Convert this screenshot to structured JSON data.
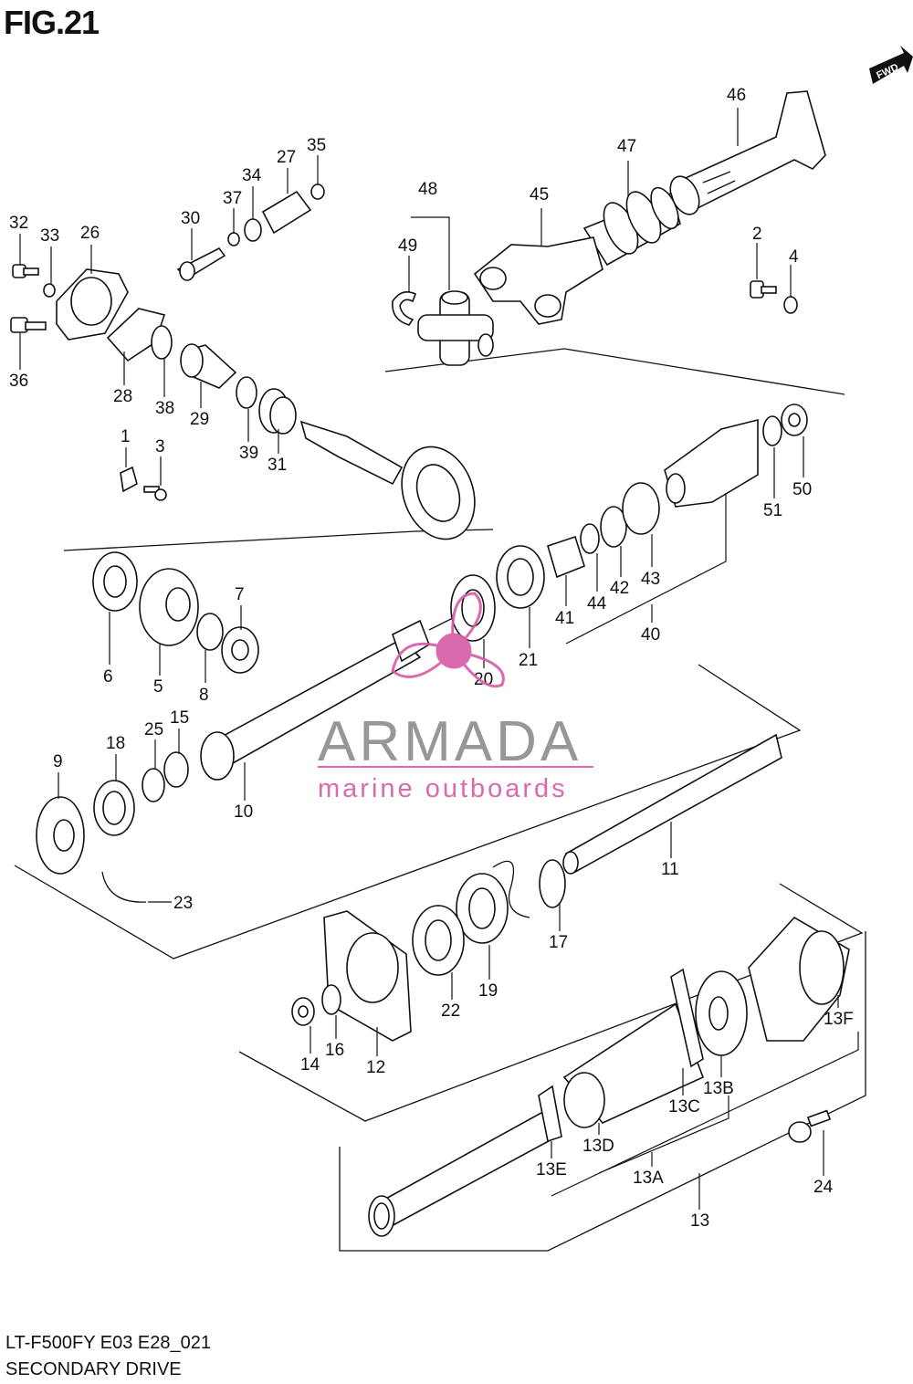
{
  "figure": {
    "title": "FIG.21",
    "model_code": "LT-F500FY E03 E28_021",
    "section_name": "SECONDARY DRIVE",
    "direction_badge": "FWD"
  },
  "watermark": {
    "brand": "ARMADA",
    "tagline": "marine outboards",
    "brand_color": "#8c8c8c",
    "accent_color": "#d65aa6"
  },
  "callouts": {
    "c1": "1",
    "c2": "2",
    "c3": "3",
    "c4": "4",
    "c5": "5",
    "c6": "6",
    "c7": "7",
    "c8": "8",
    "c9": "9",
    "c10": "10",
    "c11": "11",
    "c12": "12",
    "c13": "13",
    "c13a": "13A",
    "c13b": "13B",
    "c13c": "13C",
    "c13d": "13D",
    "c13e": "13E",
    "c13f": "13F",
    "c14": "14",
    "c15": "15",
    "c16": "16",
    "c17": "17",
    "c18": "18",
    "c19": "19",
    "c20": "20",
    "c21": "21",
    "c22": "22",
    "c23": "23",
    "c24": "24",
    "c25": "25",
    "c26": "26",
    "c27": "27",
    "c28": "28",
    "c29": "29",
    "c30": "30",
    "c31": "31",
    "c32": "32",
    "c33": "33",
    "c34": "34",
    "c35": "35",
    "c36": "36",
    "c37": "37",
    "c38": "38",
    "c39": "39",
    "c40": "40",
    "c41": "41",
    "c42": "42",
    "c43": "43",
    "c44": "44",
    "c45": "45",
    "c46": "46",
    "c47": "47",
    "c48": "48",
    "c49": "49",
    "c50": "50",
    "c51": "51"
  }
}
